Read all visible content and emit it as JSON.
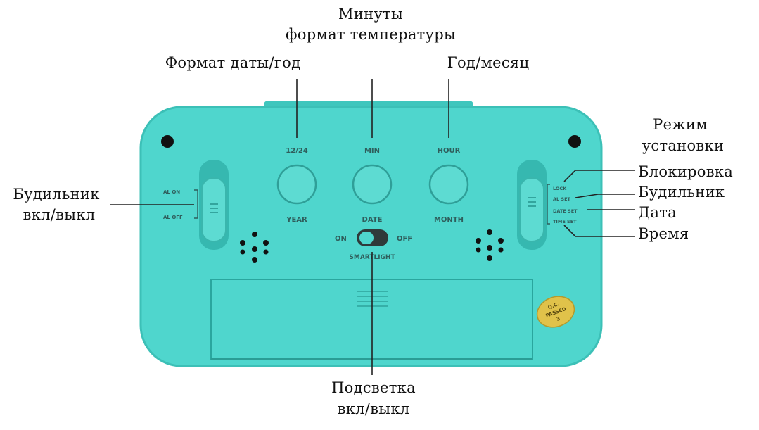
{
  "colors": {
    "body": "#4fd6cd",
    "body_dark": "#36b8b0",
    "body_shadow": "#2aa69e",
    "qc_sticker": "#e0c24a"
  },
  "callouts": {
    "minutes_line1": "Минуты",
    "minutes_line2": "формат температуры",
    "date_format": "Формат даты/год",
    "year_month": "Год/месяц",
    "setup_mode_line1": "Режим",
    "setup_mode_line2": "установки",
    "lock": "Блокировка",
    "alarm_right": "Будильник",
    "date": "Дата",
    "time": "Время",
    "alarm_left_line1": "Будильник",
    "alarm_left_line2": "вкл/выкл",
    "backlight_line1": "Подсветка",
    "backlight_line2": "вкл/выкл"
  },
  "device": {
    "buttons": [
      {
        "top_label": "12/24",
        "bottom_label": "YEAR"
      },
      {
        "top_label": "MIN",
        "bottom_label": "DATE"
      },
      {
        "top_label": "HOUR",
        "bottom_label": "MONTH"
      }
    ],
    "left_switch": {
      "on_label": "AL ON",
      "off_label": "AL OFF"
    },
    "right_switch": {
      "positions": [
        "LOCK",
        "AL SET",
        "DATE SET",
        "TIME SET"
      ]
    },
    "smartlight": {
      "on_label": "ON",
      "off_label": "OFF",
      "name": "SMARTLIGHT"
    },
    "qc_sticker": {
      "line1": "Q.C.",
      "line2": "PASSED",
      "line3": "3"
    }
  }
}
